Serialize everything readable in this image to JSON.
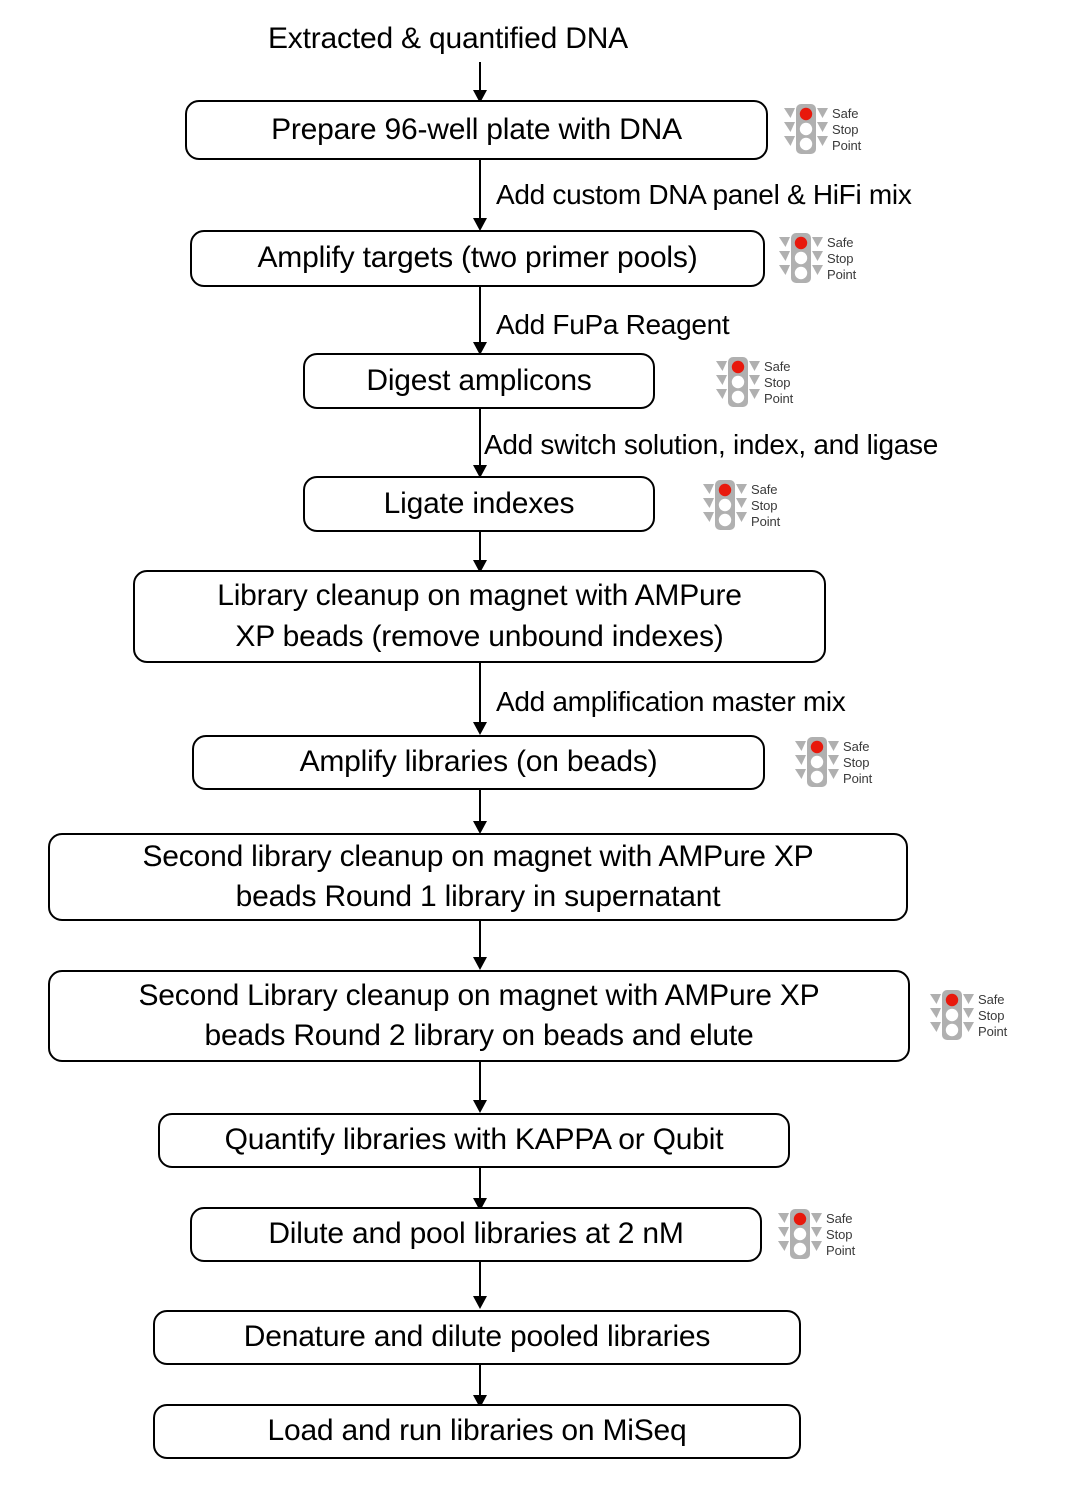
{
  "diagram": {
    "title_text": "Extracted & quantified DNA",
    "colors": {
      "box_border": "#000000",
      "text": "#000000",
      "traffic_housing": "#b0b0b0",
      "traffic_red": "#e8180c",
      "traffic_off": "#ffffff",
      "traffic_label": "#3a3a3a",
      "background": "#ffffff"
    },
    "safe_stop_point": {
      "line1": "Safe",
      "line2": "Stop",
      "line3": "Point",
      "icon_name": "traffic-light-icon"
    },
    "nodes": [
      {
        "id": "n1",
        "label": "Prepare 96-well plate with DNA",
        "safe_stop": true
      },
      {
        "id": "n2",
        "label": "Amplify targets (two primer pools)",
        "safe_stop": true
      },
      {
        "id": "n3",
        "label": "Digest amplicons",
        "safe_stop": true
      },
      {
        "id": "n4",
        "label": "Ligate indexes",
        "safe_stop": true
      },
      {
        "id": "n5",
        "label": "Library cleanup on magnet with AMPure XP beads (remove unbound indexes)",
        "safe_stop": false
      },
      {
        "id": "n6",
        "label": "Amplify libraries (on beads)",
        "safe_stop": true
      },
      {
        "id": "n7",
        "label": "Second library cleanup on magnet with AMPure XP beads Round 1 library in supernatant",
        "safe_stop": false
      },
      {
        "id": "n8",
        "label": "Second Library cleanup on magnet with AMPure XP beads Round 2 library on beads and elute",
        "safe_stop": true
      },
      {
        "id": "n9",
        "label": "Quantify libraries with KAPPA or Qubit",
        "safe_stop": false
      },
      {
        "id": "n10",
        "label": "Dilute and pool libraries at 2 nM",
        "safe_stop": true
      },
      {
        "id": "n11",
        "label": "Denature and dilute pooled libraries",
        "safe_stop": false
      },
      {
        "id": "n12",
        "label": "Load and run libraries on MiSeq",
        "safe_stop": false
      }
    ],
    "node_line1": {
      "n5": "Library cleanup on magnet with AMPure",
      "n7": "Second library cleanup on magnet with AMPure XP",
      "n8": "Second Library cleanup on magnet with AMPure XP"
    },
    "node_line2": {
      "n5": "XP beads (remove unbound indexes)",
      "n7": "beads Round 1 library in supernatant",
      "n8": "beads Round 2 library on beads and elute"
    },
    "edge_labels": [
      {
        "id": "e1",
        "text": "Add custom DNA panel & HiFi mix"
      },
      {
        "id": "e2",
        "text": "Add FuPa Reagent"
      },
      {
        "id": "e3",
        "text": "Add switch solution, index, and ligase"
      },
      {
        "id": "e4",
        "text": "Add amplification master mix"
      }
    ]
  }
}
